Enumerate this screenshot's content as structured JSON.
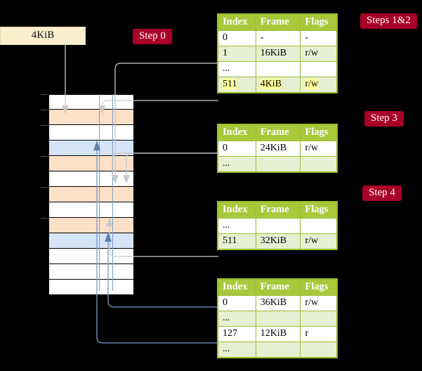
{
  "diagram": {
    "title_hidden": "",
    "source_box": {
      "label": "4KiB"
    },
    "steps": [
      {
        "id": "step0",
        "label": "Step 0"
      },
      {
        "id": "steps1and2",
        "label": "Steps 1&2"
      },
      {
        "id": "step3",
        "label": "Step 3"
      },
      {
        "id": "step4",
        "label": "Step 4"
      }
    ],
    "colors": {
      "pill_bg": "#a80028",
      "pill_text": "#ffffff",
      "table_header_bg": "#a8c83c",
      "table_border": "#9bbd2c",
      "table_alt_row": "#e7efd2",
      "highlight": "#ffff99",
      "source_box_bg": "#fcefce",
      "grid_orange": "#fde0c8",
      "grid_blue": "#d6e4f7",
      "wire_grey": "#c9c9c9",
      "wire_blue": "#7a9cc6",
      "background": "#000000"
    },
    "table_columns": [
      "Index",
      "Frame",
      "Flags"
    ],
    "tables": [
      {
        "name": "table-level-1",
        "rows": [
          {
            "index": "0",
            "frame": "-",
            "flags": "-",
            "style": "plain",
            "highlight": false
          },
          {
            "index": "1",
            "frame": "16KiB",
            "flags": "r/w",
            "style": "alt",
            "highlight": false
          },
          {
            "index": "...",
            "frame": "",
            "flags": "",
            "style": "plain",
            "highlight": false
          },
          {
            "index": "511",
            "frame": "4KiB",
            "flags": "r/w",
            "style": "alt",
            "highlight": true
          }
        ]
      },
      {
        "name": "table-level-2",
        "rows": [
          {
            "index": "0",
            "frame": "24KiB",
            "flags": "r/w",
            "style": "plain",
            "highlight": false
          },
          {
            "index": "...",
            "frame": "",
            "flags": "",
            "style": "alt",
            "highlight": false
          }
        ]
      },
      {
        "name": "table-level-3",
        "rows": [
          {
            "index": "...",
            "frame": "",
            "flags": "",
            "style": "plain",
            "highlight": false
          },
          {
            "index": "511",
            "frame": "32KiB",
            "flags": "r/w",
            "style": "alt",
            "highlight": false
          }
        ]
      },
      {
        "name": "table-level-4",
        "rows": [
          {
            "index": "0",
            "frame": "36KiB",
            "flags": "r/w",
            "style": "plain",
            "highlight": false
          },
          {
            "index": "...",
            "frame": "",
            "flags": "",
            "style": "alt",
            "highlight": false
          },
          {
            "index": "127",
            "frame": "12KiB",
            "flags": "r",
            "style": "plain",
            "highlight": false
          },
          {
            "index": "...",
            "frame": "",
            "flags": "",
            "style": "alt",
            "highlight": false
          }
        ]
      }
    ],
    "memory_grid": {
      "row_count": 13,
      "rows": [
        {
          "fill": "white"
        },
        {
          "fill": "orange"
        },
        {
          "fill": "white"
        },
        {
          "fill": "blue"
        },
        {
          "fill": "orange"
        },
        {
          "fill": "white"
        },
        {
          "fill": "orange"
        },
        {
          "fill": "white"
        },
        {
          "fill": "orange"
        },
        {
          "fill": "blue"
        },
        {
          "fill": "white"
        },
        {
          "fill": "white"
        },
        {
          "fill": "white"
        }
      ]
    }
  }
}
